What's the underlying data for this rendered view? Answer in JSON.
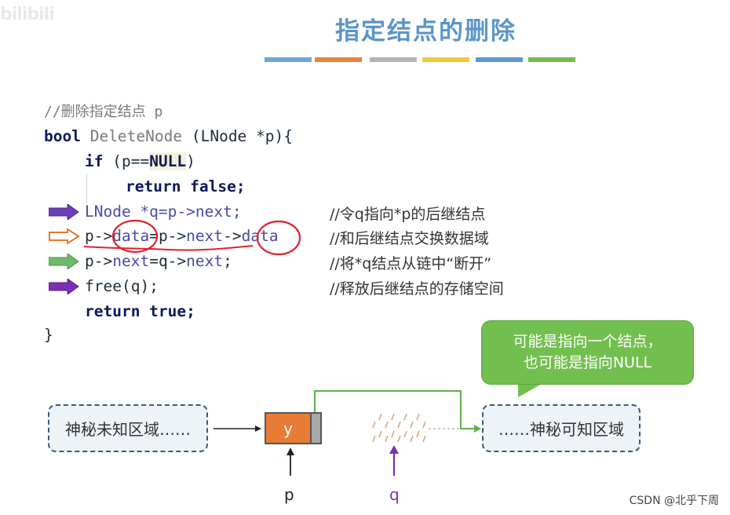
{
  "logo": "bilibili",
  "title": "指定结点的删除",
  "bars": [
    "#6ea7d8",
    "#e8813f",
    "#b4b4b4",
    "#f2c93a",
    "#5f98cf",
    "#76b94f"
  ],
  "code": {
    "comment": "//删除指定结点 p",
    "sig_kw": "bool",
    "sig_name": " DeleteNode ",
    "sig_params": "(LNode *p){",
    "if_kw": "if",
    "if_open": " (p==",
    "if_null": "NULL",
    "if_close": ")",
    "ret_false": "return false;",
    "line_q": "LNode *q=p->next;",
    "line_swap_a": "p->",
    "line_swap_b": "data",
    "line_swap_c": "=p->",
    "line_swap_d": "next",
    "line_swap_e": "->",
    "line_swap_f": "data",
    "line_next_a": "p->",
    "line_next_b": "next",
    "line_next_c": "=q->",
    "line_next_d": "next",
    "line_next_e": ";",
    "line_free": "free(q);",
    "ret_true": "return true;",
    "close": "}"
  },
  "comments": [
    "//令q指向*p的后继结点",
    "//和后继结点交换数据域",
    "//将*q结点从链中“断开”",
    "//释放后继结点的存储空间"
  ],
  "diagram": {
    "left_box": "神秘未知区域……",
    "right_box": "……神秘可知区域",
    "node_data": "y",
    "label_p": "p",
    "label_q": "q",
    "callout_line1": "可能是指向一个结点，",
    "callout_line2": "也可能是指向NULL"
  },
  "watermark": "CSDN @北乎下周"
}
